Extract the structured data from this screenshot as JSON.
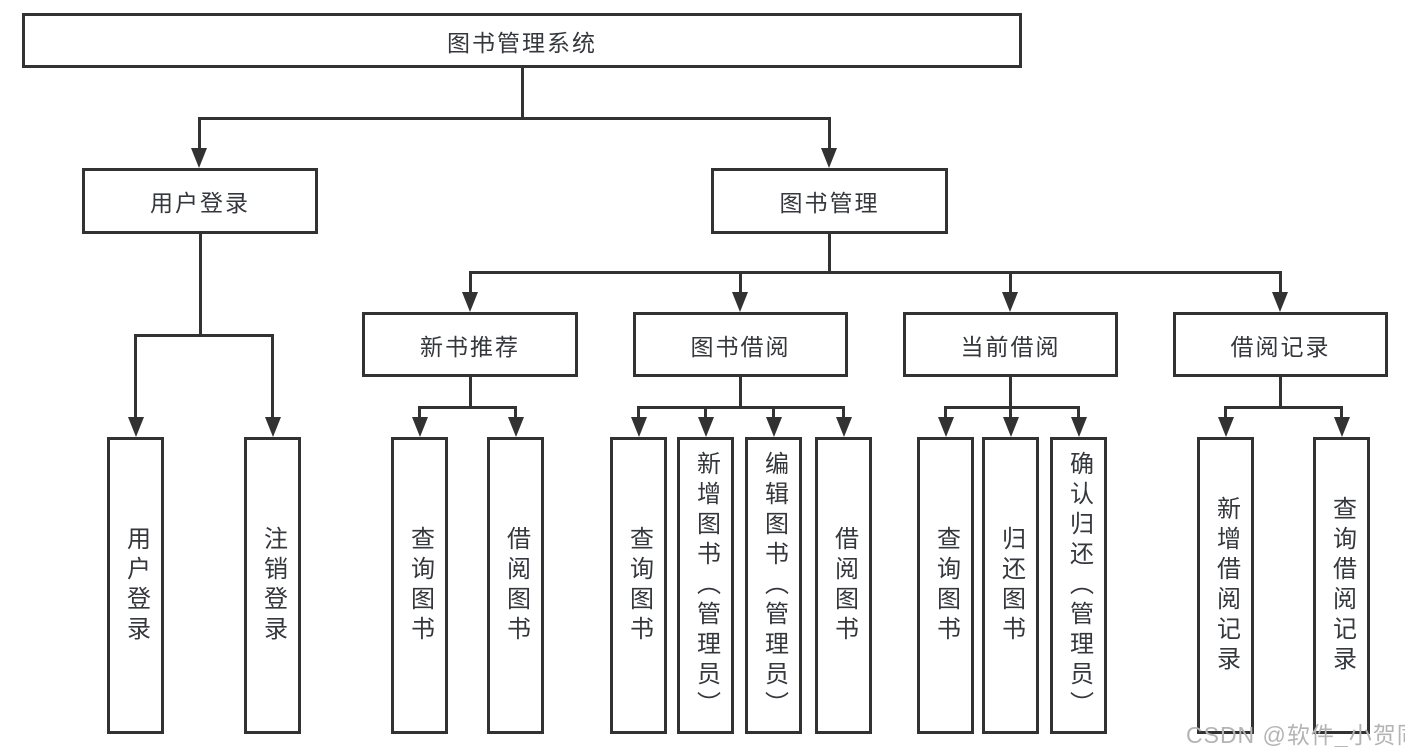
{
  "tree": {
    "label": "图书管理系统",
    "children": [
      {
        "label": "用户登录",
        "children": [
          {
            "label": "用户登录"
          },
          {
            "label": "注销登录"
          }
        ]
      },
      {
        "label": "图书管理",
        "children": [
          {
            "label": "新书推荐",
            "children": [
              {
                "label": "查询图书"
              },
              {
                "label": "借阅图书"
              }
            ]
          },
          {
            "label": "图书借阅",
            "children": [
              {
                "label": "查询图书"
              },
              {
                "label": "新增图书（管理员）"
              },
              {
                "label": "编辑图书（管理员）"
              },
              {
                "label": "借阅图书"
              }
            ]
          },
          {
            "label": "当前借阅",
            "children": [
              {
                "label": "查询图书"
              },
              {
                "label": "归还图书"
              },
              {
                "label": "确认归还（管理员）"
              }
            ]
          },
          {
            "label": "借阅记录",
            "children": [
              {
                "label": "新增借阅记录"
              },
              {
                "label": "查询借阅记录"
              }
            ]
          }
        ]
      }
    ]
  },
  "watermark": {
    "text": "CSDN @软件_小贺同学"
  },
  "colors": {
    "line": "#323232",
    "text": "#34373c",
    "watermark": "#b4b4b4",
    "background": "#ffffff"
  }
}
